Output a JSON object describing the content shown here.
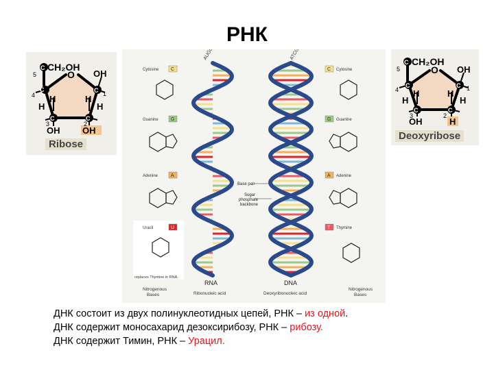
{
  "title": "РНК",
  "ribose": {
    "label": "Ribose",
    "ch2oh": "CH₂OH",
    "o": "O",
    "oh": "OH",
    "h": "H",
    "c": "C",
    "n5": "5",
    "n4": "4",
    "n3": "3",
    "n2": "2",
    "n1": "1",
    "oh_bottom_left": "OH",
    "oh_bottom_right": "OH"
  },
  "deoxyribose": {
    "label": "Deoxyribose",
    "ch2oh": "CH₂OH",
    "o": "O",
    "oh": "OH",
    "h": "H",
    "c": "C",
    "n5": "5",
    "n4": "4",
    "n3": "3",
    "n2": "2",
    "n1": "1",
    "oh_bottom": "OH",
    "h_bottom": "H"
  },
  "diagram": {
    "left_bases": [
      {
        "letter": "C",
        "name": "Cytosine",
        "color": "#f7e08a"
      },
      {
        "letter": "G",
        "name": "Guanine",
        "color": "#9cc98a"
      },
      {
        "letter": "A",
        "name": "Adenine",
        "color": "#f3b15a"
      },
      {
        "letter": "U",
        "name": "Uracil",
        "color": "#d9262e"
      }
    ],
    "right_bases": [
      {
        "letter": "C",
        "name": "Cytosine",
        "color": "#f7e08a"
      },
      {
        "letter": "G",
        "name": "Guanine",
        "color": "#9cc98a"
      },
      {
        "letter": "A",
        "name": "Adenine",
        "color": "#f3b15a"
      },
      {
        "letter": "T",
        "name": "Thymine",
        "color": "#e85a64"
      }
    ],
    "replaces_note": "replaces Thymine in RNA",
    "base_pair_label": "Base pair",
    "backbone_label_1": "Sugar",
    "backbone_label_2": "phosphate",
    "backbone_label_3": "backbone",
    "rna_label": "RNA",
    "rna_sublabel": "Ribonucleic acid",
    "dna_label": "DNA",
    "dna_sublabel": "Deoxyribonucleic acid",
    "left_footer_1": "Nitrogenous",
    "left_footer_2": "Bases",
    "right_footer_1": "Nitrogenous",
    "right_footer_2": "Bases",
    "rna_top_seq": "AUGCG",
    "dna_top_seq": "ATCGT"
  },
  "lines": [
    {
      "black": "ДНК состоит из двух полинуклеотидных цепей, РНК – ",
      "red": "из одной",
      "tail": "."
    },
    {
      "black": "ДНК содержит моносахарид дезоксирибозу, РНК – ",
      "red": "рибозу.",
      "tail": ""
    },
    {
      "black": "ДНК содержит Тимин, РНК – ",
      "red": "Урацил.",
      "tail": ""
    }
  ],
  "colors": {
    "backbone": "#2b4a8c",
    "accent_red": "#e8141b"
  }
}
